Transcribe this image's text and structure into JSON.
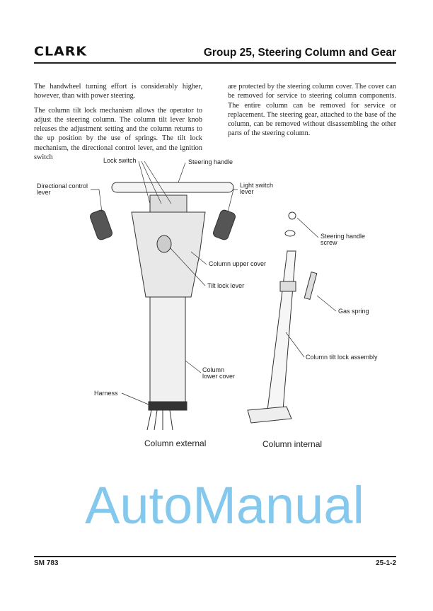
{
  "header": {
    "logo": "CLARK",
    "title": "Group 25, Steering Column and Gear"
  },
  "body": {
    "left_paragraphs": [
      "The handwheel turning effort is considerably higher, however, than with power steering.",
      "The column tilt lock mechanism allows the operator to adjust the steering column. The column tilt lever knob releases the adjustment setting and the column returns to the up position by the use of springs. The tilt lock mechanism, the directional control lever, and the ignition switch"
    ],
    "right_paragraphs": [
      "are protected by the steering column cover. The cover can be removed for service to steering column components. The entire column can be removed for service or replacement. The steering gear, attached to the base of the column, can be removed without disassembling the other parts of the steering column."
    ]
  },
  "figure": {
    "labels": {
      "lock_switch": "Lock switch",
      "steering_handle": "Steering handle",
      "directional_control_lever": "Directional control\nlever",
      "light_switch_lever": "Light switch\nlever",
      "steering_handle_screw": "Steering handle\nscrew",
      "column_upper_cover": "Column upper cover",
      "tilt_lock_lever": "Tilt lock lever",
      "gas_spring": "Gas spring",
      "column_tilt_lock_assembly": "Column tilt lock assembly",
      "column_lower_cover": "Column\nlower cover",
      "harness": "Harness"
    },
    "captions": {
      "external": "Column external",
      "internal": "Column internal"
    }
  },
  "watermark": "AutoManual",
  "footer": {
    "left": "SM 783",
    "right": "25-1-2"
  }
}
